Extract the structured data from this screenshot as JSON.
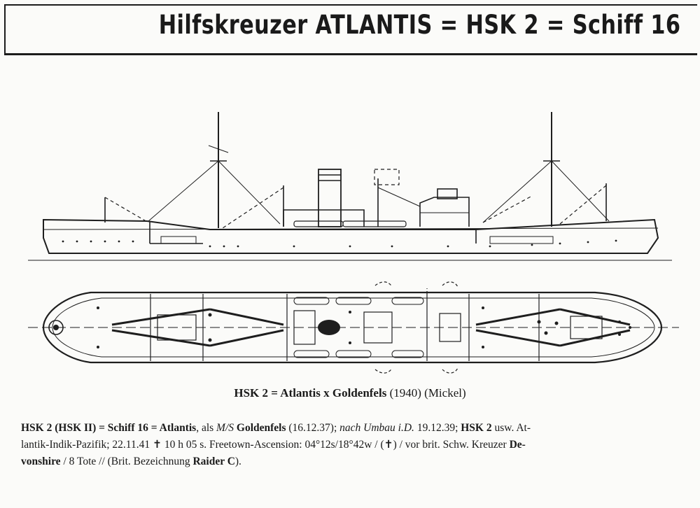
{
  "header": {
    "title": "Hilfskreuzer ATLANTIS = HSK 2 = Schiff 16"
  },
  "caption": {
    "name": "HSK 2 = Atlantis x Goldenfels",
    "year": "(1940)",
    "author": "(Mickel)"
  },
  "description": {
    "line1": {
      "a_bold": "HSK 2 (HSK II) = Schiff 16 = Atlantis",
      "b": ", als ",
      "c_italic": "M/S",
      "d_bold": " Goldenfels",
      "e": " (16.12.37); ",
      "f_italic": "nach Umbau i.D.",
      "g": " 19.12.39; ",
      "h_bold": "HSK 2",
      "i": " usw. At-"
    },
    "line2": {
      "a": "lantik-Indik-Pazifik; 22.11.41 ✝ 10 h 05 s. Freetown-Ascension: 04°12s/18°42w / (✝) / vor brit. Schw. Kreuzer ",
      "b_bold": "De-"
    },
    "line3": {
      "a_bold": "vonshire",
      "b": " / 8 Tote // (Brit. Bezeichnung ",
      "c_bold": "Raider C",
      "d": ")."
    }
  }
}
